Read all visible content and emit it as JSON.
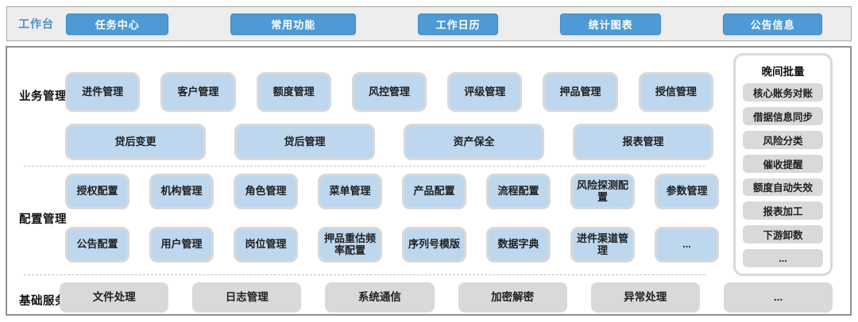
{
  "workbench": {
    "label": "工作台",
    "buttons": [
      "任务中心",
      "常用功能",
      "工作日历",
      "统计图表",
      "公告信息"
    ]
  },
  "sections": [
    {
      "label": "业务管理",
      "rows": [
        [
          "进件管理",
          "客户管理",
          "额度管理",
          "风控管理",
          "评级管理",
          "押品管理",
          "授信管理"
        ],
        [
          "贷后变更",
          "贷后管理",
          "资产保全",
          "报表管理"
        ]
      ]
    },
    {
      "label": "配置管理",
      "rows": [
        [
          "授权配置",
          "机构管理",
          "角色管理",
          "菜单管理",
          "产品配置",
          "流程配置",
          "风险探测配置",
          "参数管理"
        ],
        [
          "公告配置",
          "用户管理",
          "岗位管理",
          "押品重估频率配置",
          "序列号模版",
          "数据字典",
          "进件渠道管理",
          "..."
        ]
      ]
    },
    {
      "label": "基础服务",
      "rows": [
        [
          "文件处理",
          "日志管理",
          "系统通信",
          "加密解密",
          "异常处理",
          "..."
        ]
      ]
    }
  ],
  "night_batch": {
    "title": "晚间批量",
    "items": [
      "核心账务对账",
      "借据信息同步",
      "风险分类",
      "催收提醒",
      "额度自动失效",
      "报表加工",
      "下游卸数",
      "..."
    ]
  },
  "colors": {
    "accent_blue": "#4d9ad4",
    "module_lightblue": "#bdd7ee",
    "service_gray": "#d9d9d9",
    "workbench_label_blue": "#4d8fc6"
  }
}
